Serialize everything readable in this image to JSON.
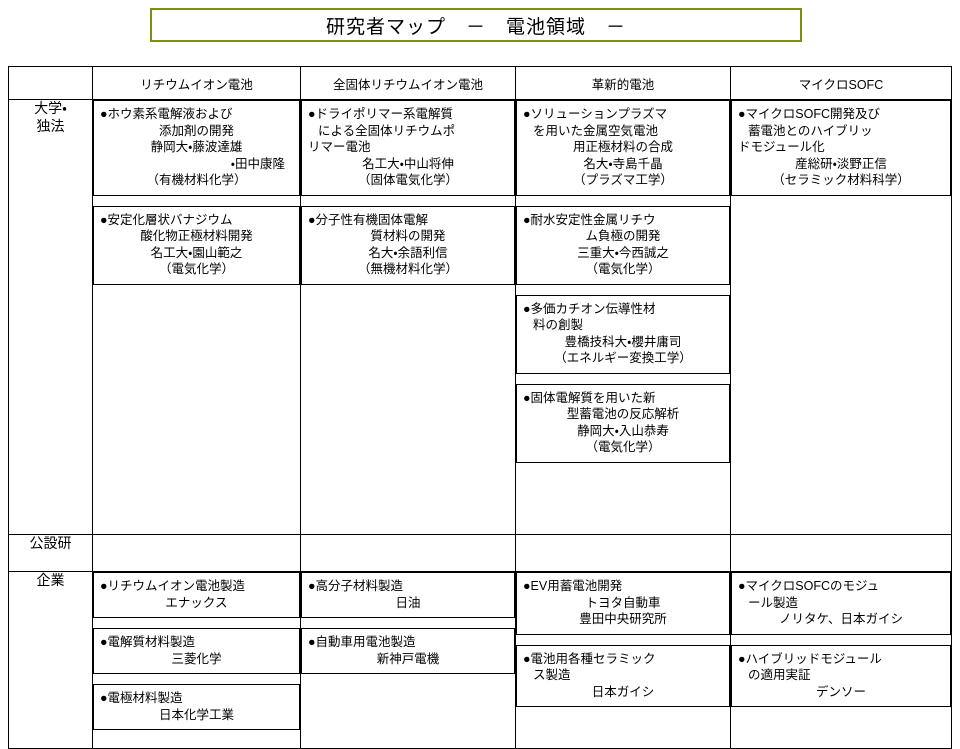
{
  "title": {
    "text": "研究者マップ　－　電池領域　－",
    "border_color": "#77920d"
  },
  "table": {
    "corner_header": "",
    "column_headers": [
      "リチウムイオン電池",
      "全固体リチウムイオン電池",
      "革新的電池",
      "マイクロSOFC"
    ],
    "row_labels": [
      "大学・\n独法",
      "公設研",
      "企業"
    ],
    "rows": [
      {
        "label": "大学・\n独法",
        "cells": [
          {
            "cards": [
              {
                "lines": [
                  {
                    "text": "●ホウ素系電解液および",
                    "align": "head"
                  },
                  {
                    "text": "添加剤の開発",
                    "align": "center"
                  },
                  {
                    "text": "静岡大・藤波達雄",
                    "align": "center"
                  },
                  {
                    "text": "・田中康隆",
                    "align": "right"
                  },
                  {
                    "text": "（有機材料化学）",
                    "align": "center"
                  }
                ]
              },
              {
                "lines": [
                  {
                    "text": "●安定化層状バナジウム",
                    "align": "head"
                  },
                  {
                    "text": "酸化物正極材料開発",
                    "align": "center"
                  },
                  {
                    "text": "名工大・園山範之",
                    "align": "center"
                  },
                  {
                    "text": "（電気化学）",
                    "align": "center"
                  }
                ]
              }
            ]
          },
          {
            "cards": [
              {
                "lines": [
                  {
                    "text": "●ドライポリマー系電解質",
                    "align": "head"
                  },
                  {
                    "text": "による全固体リチウムポ",
                    "align": "cont"
                  },
                  {
                    "text": "リマー電池",
                    "align": "head"
                  },
                  {
                    "text": "名工大・中山将伸",
                    "align": "center"
                  },
                  {
                    "text": "（固体電気化学）",
                    "align": "center"
                  }
                ]
              },
              {
                "lines": [
                  {
                    "text": "●分子性有機固体電解",
                    "align": "head"
                  },
                  {
                    "text": "質材料の開発",
                    "align": "center"
                  },
                  {
                    "text": "名大・余語利信",
                    "align": "center"
                  },
                  {
                    "text": "（無機材料化学）",
                    "align": "center"
                  }
                ]
              }
            ]
          },
          {
            "cards": [
              {
                "lines": [
                  {
                    "text": "●ソリューションプラズマ",
                    "align": "head"
                  },
                  {
                    "text": "を用いた金属空気電池",
                    "align": "cont"
                  },
                  {
                    "text": "用正極材料の合成",
                    "align": "center"
                  },
                  {
                    "text": "名大・寺島千晶",
                    "align": "center"
                  },
                  {
                    "text": "（プラズマ工学）",
                    "align": "center"
                  }
                ]
              },
              {
                "lines": [
                  {
                    "text": "●耐水安定性金属リチウ",
                    "align": "head"
                  },
                  {
                    "text": "ム負極の開発",
                    "align": "center"
                  },
                  {
                    "text": "三重大・今西誠之",
                    "align": "center"
                  },
                  {
                    "text": "（電気化学）",
                    "align": "center"
                  }
                ]
              },
              {
                "lines": [
                  {
                    "text": "●多価カチオン伝導性材",
                    "align": "head"
                  },
                  {
                    "text": "料の創製",
                    "align": "cont"
                  },
                  {
                    "text": "豊橋技科大・櫻井庸司",
                    "align": "center"
                  },
                  {
                    "text": "（エネルギー変換工学）",
                    "align": "center"
                  }
                ]
              },
              {
                "lines": [
                  {
                    "text": "●固体電解質を用いた新",
                    "align": "head"
                  },
                  {
                    "text": "型蓄電池の反応解析",
                    "align": "center"
                  },
                  {
                    "text": "静岡大・入山恭寿",
                    "align": "center"
                  },
                  {
                    "text": "（電気化学）",
                    "align": "center"
                  }
                ]
              }
            ]
          },
          {
            "cards": [
              {
                "lines": [
                  {
                    "text": "●マイクロSOFC開発及び",
                    "align": "head"
                  },
                  {
                    "text": "蓄電池とのハイブリッ",
                    "align": "cont"
                  },
                  {
                    "text": "ドモジュール化",
                    "align": "head"
                  },
                  {
                    "text": "産総研・淡野正信",
                    "align": "center"
                  },
                  {
                    "text": "（セラミック材料科学）",
                    "align": "center"
                  }
                ]
              }
            ]
          }
        ]
      },
      {
        "label": "公設研",
        "cells": [
          {
            "cards": []
          },
          {
            "cards": []
          },
          {
            "cards": []
          },
          {
            "cards": []
          }
        ]
      },
      {
        "label": "企業",
        "cells": [
          {
            "cards": [
              {
                "lines": [
                  {
                    "text": "●リチウムイオン電池製造",
                    "align": "head"
                  },
                  {
                    "text": "エナックス",
                    "align": "center"
                  }
                ]
              },
              {
                "lines": [
                  {
                    "text": "●電解質材料製造",
                    "align": "head"
                  },
                  {
                    "text": "三菱化学",
                    "align": "center"
                  }
                ]
              },
              {
                "lines": [
                  {
                    "text": "●電極材料製造",
                    "align": "head"
                  },
                  {
                    "text": "日本化学工業",
                    "align": "center"
                  }
                ]
              }
            ]
          },
          {
            "cards": [
              {
                "lines": [
                  {
                    "text": "●高分子材料製造",
                    "align": "head"
                  },
                  {
                    "text": "日油",
                    "align": "center"
                  }
                ]
              },
              {
                "lines": [
                  {
                    "text": "●自動車用電池製造",
                    "align": "head"
                  },
                  {
                    "text": "新神戸電機",
                    "align": "center"
                  }
                ]
              }
            ]
          },
          {
            "cards": [
              {
                "lines": [
                  {
                    "text": "●EV用蓄電池開発",
                    "align": "head"
                  },
                  {
                    "text": "トヨタ自動車",
                    "align": "center"
                  },
                  {
                    "text": "豊田中央研究所",
                    "align": "center"
                  }
                ]
              },
              {
                "lines": [
                  {
                    "text": "●電池用各種セラミック",
                    "align": "head"
                  },
                  {
                    "text": "ス製造",
                    "align": "cont"
                  },
                  {
                    "text": "日本ガイシ",
                    "align": "center"
                  }
                ]
              }
            ]
          },
          {
            "cards": [
              {
                "lines": [
                  {
                    "text": "●マイクロSOFCのモジュ",
                    "align": "head"
                  },
                  {
                    "text": "ール製造",
                    "align": "cont"
                  },
                  {
                    "text": "ノリタケ、日本ガイシ",
                    "align": "center"
                  }
                ]
              },
              {
                "lines": [
                  {
                    "text": "●ハイブリッドモジュール",
                    "align": "head"
                  },
                  {
                    "text": "の適用実証",
                    "align": "cont"
                  },
                  {
                    "text": "デンソー",
                    "align": "center"
                  }
                ]
              }
            ]
          }
        ]
      }
    ]
  }
}
